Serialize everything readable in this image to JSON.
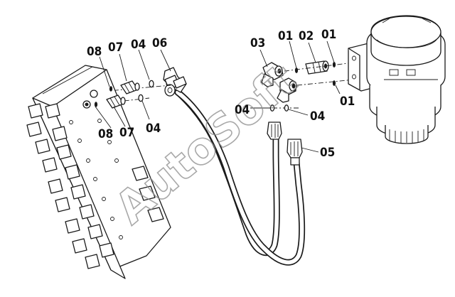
{
  "diagram": {
    "callouts": {
      "c01a": "01",
      "c02": "02",
      "c01b": "01",
      "c03": "03",
      "c01c": "01",
      "c04a": "04",
      "c04b": "04",
      "c05": "05",
      "c06": "06",
      "c07a": "07",
      "c04c": "04",
      "c08a": "08",
      "c08b": "08",
      "c07b": "07",
      "c04d": "04"
    },
    "watermark": "AutoSoft",
    "icons": [
      "control-valve-block",
      "hydraulic-motor",
      "hose",
      "elbow-fitting",
      "adapter-fitting",
      "o-ring"
    ]
  }
}
